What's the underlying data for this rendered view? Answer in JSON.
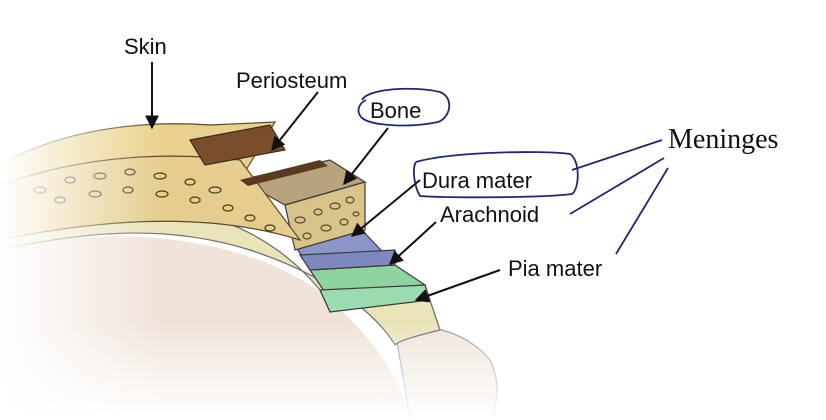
{
  "labels": {
    "skin": "Skin",
    "periosteum": "Periosteum",
    "bone": "Bone",
    "dura_mater": "Dura mater",
    "arachnoid": "Arachnoid",
    "pia_mater": "Pia mater",
    "meninges": "Meninges"
  },
  "colors": {
    "skin": "#e8cf8a",
    "skin_dark": "#c9a45c",
    "periosteum": "#7a4e2c",
    "bone": "#d9c68d",
    "bone_top": "#b9a27a",
    "dura": "#8c96c8",
    "arachnoid": "#8ccf9a",
    "pia": "#e6e6c0",
    "brain": "#efe6da",
    "annotation": "#1f2a6b"
  }
}
